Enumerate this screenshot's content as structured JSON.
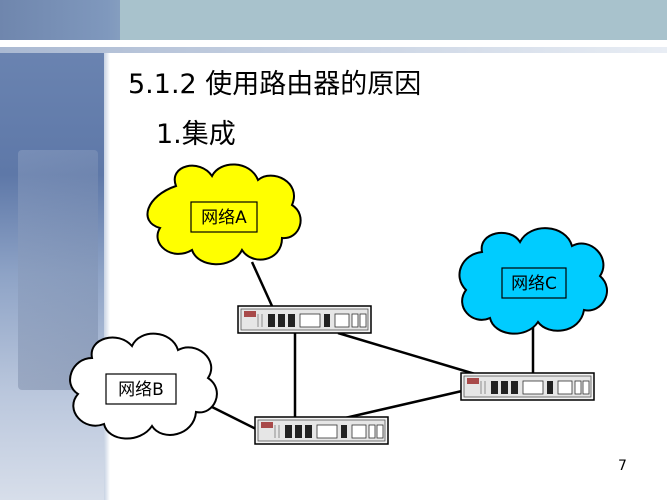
{
  "slide": {
    "title": "5.1.2 使用路由器的原因",
    "subtitle": "1.集成",
    "page_number": "7"
  },
  "diagram": {
    "networks": [
      {
        "id": "A",
        "label": "网络A",
        "color": "#ffff00"
      },
      {
        "id": "B",
        "label": "网络B",
        "color": "#ffffff"
      },
      {
        "id": "C",
        "label": "网络C",
        "color": "#00ccff"
      }
    ],
    "routers": [
      {
        "id": "R1"
      },
      {
        "id": "R2"
      },
      {
        "id": "R3"
      }
    ],
    "links": [
      {
        "from": "A",
        "to": "R1"
      },
      {
        "from": "R1",
        "to": "R3"
      },
      {
        "from": "R1",
        "to": "R2"
      },
      {
        "from": "B",
        "to": "R2"
      },
      {
        "from": "R2",
        "to": "R3"
      },
      {
        "from": "C",
        "to": "R3"
      }
    ]
  },
  "colors": {
    "accent_band": "#6f86ad",
    "cloud_outline": "#000000"
  }
}
